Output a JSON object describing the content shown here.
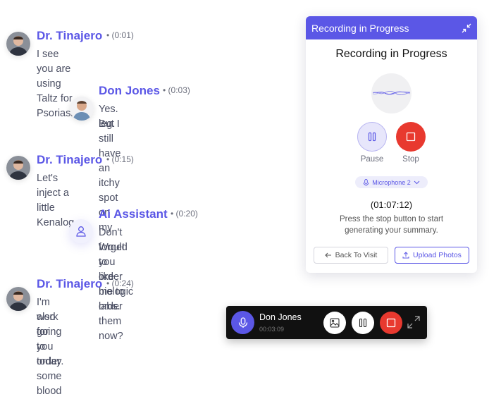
{
  "messages": [
    {
      "name": "Dr. Tinajero",
      "time": "(0:01)",
      "text": "I see you are using Taltz for Psoriasis"
    },
    {
      "name": "Don Jones",
      "time": "(0:03)",
      "text_line1": "Yes. But I still have an itchy spot on my",
      "text_line2": "leg."
    },
    {
      "name": "Dr. Tinajero",
      "time": "(0:15)",
      "text": "Let's inject a little Kenalog."
    },
    {
      "name": "Ai Assistant",
      "time": "(0:20)",
      "text_line1": "Don't forget to order biologic labs.",
      "text_line2": "Would you like me to order them now?"
    },
    {
      "name": "Dr. Tinajero",
      "time": "(0:24)",
      "text_line1": "I'm also going to order some blood",
      "text_line2": "work for you today."
    }
  ],
  "separator": "•",
  "recording_card": {
    "header": "Recording in Progress",
    "title": "Recording in Progress",
    "pause_label": "Pause",
    "stop_label": "Stop",
    "microphone": "Microphone 2",
    "timer": "(01:07:12)",
    "hint": "Press the stop button to start generating your summary.",
    "back_label": "Back To Visit",
    "upload_label": "Upload Photos"
  },
  "mini_player": {
    "name": "Don Jones",
    "time": "00:03:09"
  },
  "colors": {
    "accent": "#5b57e6",
    "stop": "#e8392f"
  },
  "icons": [
    "collapse-icon",
    "waveform-icon",
    "pause-icon",
    "stop-icon",
    "microphone-icon",
    "chevron-down-icon",
    "arrow-left-icon",
    "upload-icon",
    "image-icon",
    "expand-icon",
    "user-icon"
  ]
}
